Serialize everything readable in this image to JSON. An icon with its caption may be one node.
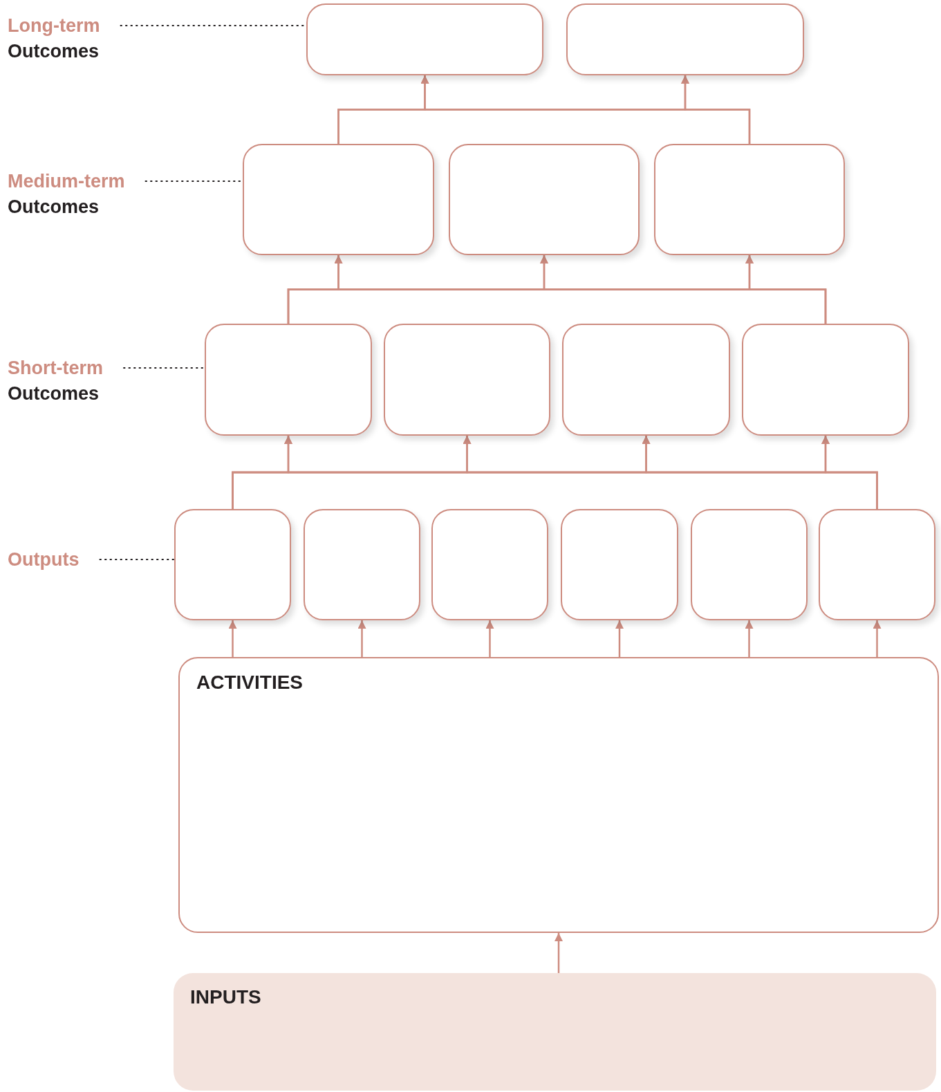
{
  "diagram": {
    "nodes": [
      {
        "text": [
          "Long-term",
          "Outcomes"
        ]
      },
      {
        "text": [],
        "shape": "box"
      },
      {
        "text": [],
        "shape": "box"
      },
      {
        "text": [
          "Medium-term",
          "Outcomes"
        ]
      },
      {
        "text": [],
        "shape": "box"
      },
      {
        "text": [],
        "shape": "box"
      },
      {
        "text": [],
        "shape": "box"
      },
      {
        "text": [
          "Short-term",
          "Outcomes"
        ]
      },
      {
        "text": [],
        "shape": "box"
      },
      {
        "text": [],
        "shape": "box"
      },
      {
        "text": [],
        "shape": "box"
      },
      {
        "text": [],
        "shape": "box"
      },
      {
        "text": [
          "Outputs"
        ]
      },
      {
        "text": [],
        "shape": "box"
      },
      {
        "text": [],
        "shape": "box"
      },
      {
        "text": [],
        "shape": "box"
      },
      {
        "text": [],
        "shape": "box"
      },
      {
        "text": [],
        "shape": "box"
      },
      {
        "text": [],
        "shape": "box"
      },
      {
        "text": [
          "ACTIVITIES"
        ]
      },
      {
        "text": [
          "INPUTS"
        ]
      }
    ],
    "edges": [
      {
        "from": 0,
        "to": 1,
        "arrow": "none",
        "style": "dashed",
        "color": "#231f20"
      },
      {
        "from": 3,
        "to": 4,
        "arrow": "none",
        "style": "dashed",
        "color": "#231f20"
      },
      {
        "from": 7,
        "to": 8,
        "arrow": "none",
        "style": "dashed",
        "color": "#231f20"
      },
      {
        "from": 12,
        "to": 13,
        "arrow": "none",
        "style": "dashed",
        "color": "#231f20"
      },
      {
        "from": 4,
        "to": 1,
        "arrow": "to"
      },
      {
        "from": 4,
        "to": 2,
        "arrow": "to"
      },
      {
        "from": 6,
        "to": 1,
        "arrow": "to"
      },
      {
        "from": 6,
        "to": 2,
        "arrow": "to"
      },
      {
        "from": 8,
        "to": 4,
        "arrow": "to"
      },
      {
        "from": 8,
        "to": 5,
        "arrow": "to"
      },
      {
        "from": 8,
        "to": 6,
        "arrow": "to"
      },
      {
        "from": 11,
        "to": 4,
        "arrow": "to"
      },
      {
        "from": 11,
        "to": 5,
        "arrow": "to"
      },
      {
        "from": 11,
        "to": 6,
        "arrow": "to"
      },
      {
        "from": 13,
        "to": 8,
        "arrow": "to"
      },
      {
        "from": 13,
        "to": 9,
        "arrow": "to"
      },
      {
        "from": 13,
        "to": 10,
        "arrow": "to"
      },
      {
        "from": 13,
        "to": 11,
        "arrow": "to"
      },
      {
        "from": 18,
        "to": 8,
        "arrow": "to"
      },
      {
        "from": 18,
        "to": 9,
        "arrow": "to"
      },
      {
        "from": 18,
        "to": 10,
        "arrow": "to"
      },
      {
        "from": 18,
        "to": 11,
        "arrow": "to"
      },
      {
        "from": 19,
        "to": 13,
        "arrow": "to"
      },
      {
        "from": 19,
        "to": 14,
        "arrow": "to"
      },
      {
        "from": 19,
        "to": 15,
        "arrow": "to"
      },
      {
        "from": 19,
        "to": 16,
        "arrow": "to"
      },
      {
        "from": 19,
        "to": 17,
        "arrow": "to"
      },
      {
        "from": 19,
        "to": 18,
        "arrow": "to"
      },
      {
        "from": 20,
        "to": 19,
        "arrow": "to"
      }
    ]
  }
}
